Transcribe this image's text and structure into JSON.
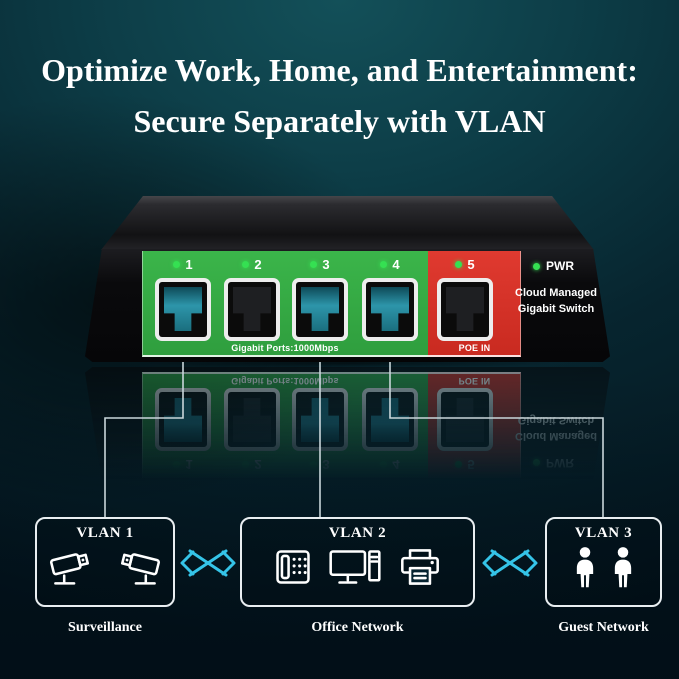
{
  "title": {
    "line1": "Optimize Work, Home, and Entertainment:",
    "line2": "Secure Separately with VLAN"
  },
  "switch": {
    "pwr_label": "PWR",
    "brand_line1": "Cloud Managed",
    "brand_line2": "Gigabit Switch",
    "lan_zone_label": "Gigabit Ports:1000Mbps",
    "poe_zone_label": "POE IN",
    "ports": [
      {
        "number": "1",
        "connected": true
      },
      {
        "number": "2",
        "connected": false
      },
      {
        "number": "3",
        "connected": true
      },
      {
        "number": "4",
        "connected": true
      },
      {
        "number": "5",
        "connected": false
      }
    ]
  },
  "vlans": [
    {
      "name": "VLAN 1",
      "caption": "Surveillance",
      "icons": [
        "cctv-camera",
        "cctv-camera"
      ]
    },
    {
      "name": "VLAN 2",
      "caption": "Office Network",
      "icons": [
        "desk-phone",
        "monitor-with-tower",
        "printer"
      ]
    },
    {
      "name": "VLAN 3",
      "caption": "Guest Network",
      "icons": [
        "person",
        "person"
      ]
    }
  ],
  "colors": {
    "lan_zone": "#3bb54a",
    "poe_zone": "#e03a30",
    "led": "#35e052",
    "cable": "#c9d6da",
    "blocked_symbol": "#35c4e8"
  }
}
